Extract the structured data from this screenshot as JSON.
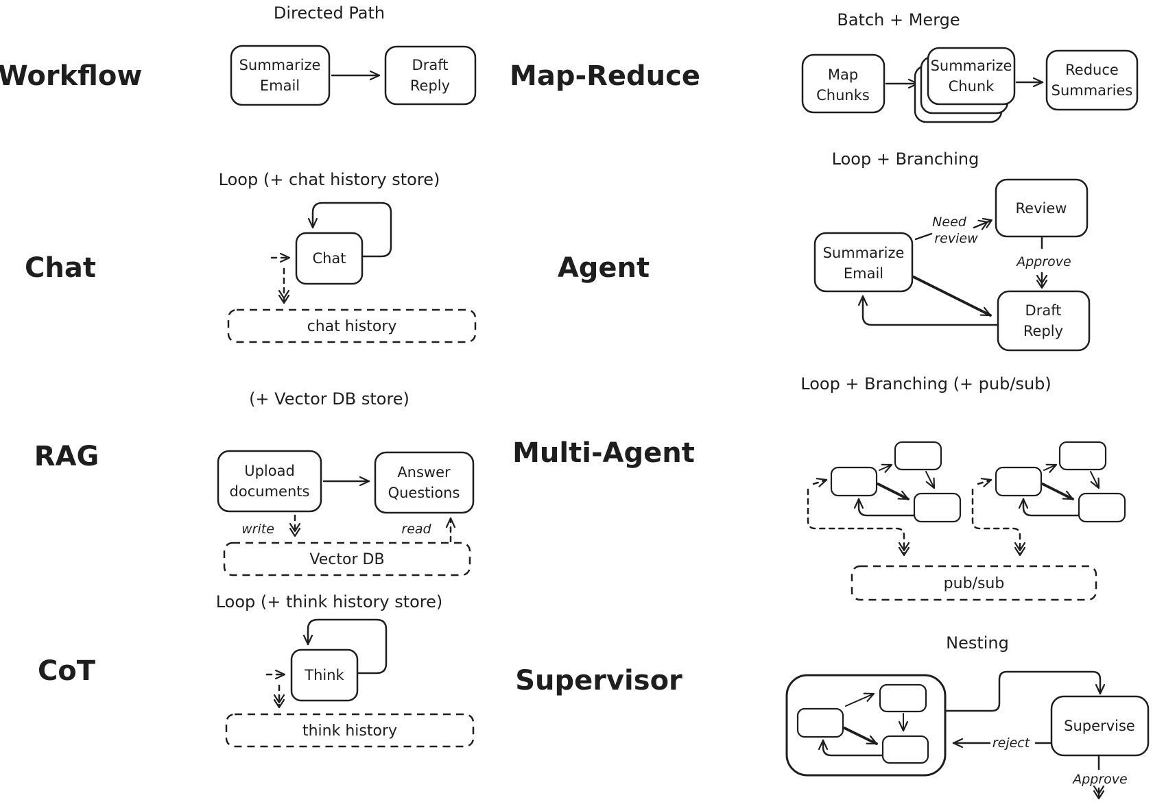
{
  "canvas": {
    "ink": "#1e1e1e",
    "background": "#ffffff"
  },
  "panels": {
    "workflow": {
      "label": "Workflow",
      "pattern_title": "Directed Path",
      "nodes": {
        "summarize_email": [
          "Summarize",
          "Email"
        ],
        "draft_reply": [
          "Draft",
          "Reply"
        ]
      }
    },
    "map_reduce": {
      "label": "Map-Reduce",
      "pattern_title": "Batch + Merge",
      "nodes": {
        "map_chunks": [
          "Map",
          "Chunks"
        ],
        "summarize_chunk": [
          "Summarize",
          "Chunk"
        ],
        "reduce_summaries": [
          "Reduce",
          "Summaries"
        ]
      }
    },
    "chat": {
      "label": "Chat",
      "pattern_title": "Loop (+ chat history store)",
      "nodes": {
        "chat": "Chat"
      },
      "store": "chat history"
    },
    "agent": {
      "label": "Agent",
      "pattern_title": "Loop + Branching",
      "nodes": {
        "summarize_email": [
          "Summarize",
          "Email"
        ],
        "review": "Review",
        "draft_reply": [
          "Draft",
          "Reply"
        ]
      },
      "edge_labels": {
        "need_review": [
          "Need",
          "review"
        ],
        "approve": "Approve"
      }
    },
    "rag": {
      "label": "RAG",
      "pattern_title": "(+ Vector DB store)",
      "nodes": {
        "upload_documents": [
          "Upload",
          "documents"
        ],
        "answer_questions": [
          "Answer",
          "Questions"
        ]
      },
      "edge_labels": {
        "write": "write",
        "read": "read"
      },
      "store": "Vector DB"
    },
    "multi_agent": {
      "label": "Multi-Agent",
      "pattern_title": "Loop + Branching (+ pub/sub)",
      "store": "pub/sub"
    },
    "cot": {
      "label": "CoT",
      "pattern_title": "Loop (+ think history store)",
      "nodes": {
        "think": "Think"
      },
      "store": "think history"
    },
    "supervisor": {
      "label": "Supervisor",
      "pattern_title": "Nesting",
      "nodes": {
        "supervise": "Supervise"
      },
      "edge_labels": {
        "reject": "reject",
        "approve": "Approve"
      }
    }
  }
}
